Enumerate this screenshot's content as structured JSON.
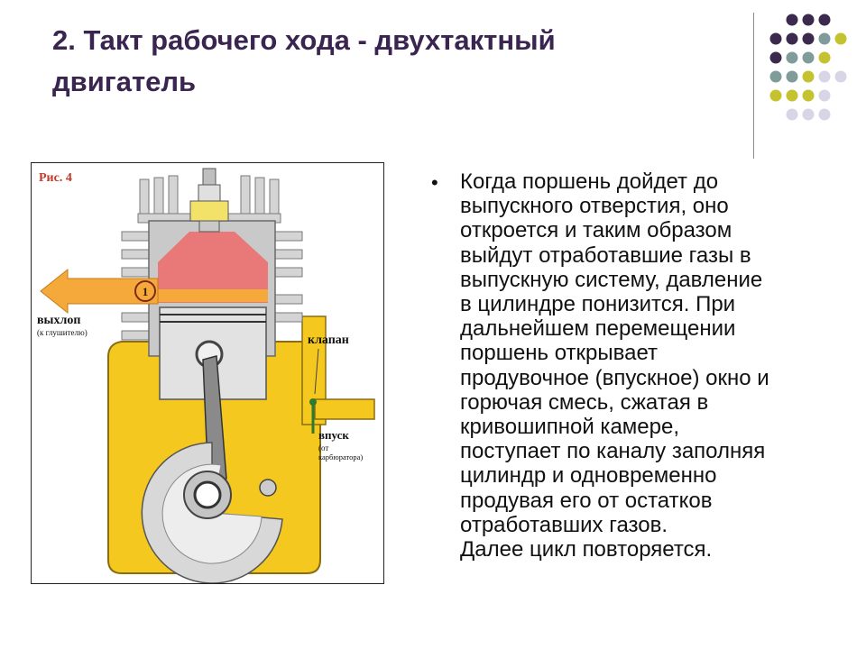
{
  "slide": {
    "title_lines": [
      "2. Такт рабочего хода - двухтактный",
      "двигатель"
    ]
  },
  "figure": {
    "caption": "Рис. 4",
    "marker_number": "1",
    "exhaust_label": "выхлоп",
    "exhaust_sub": "(к глушителю)",
    "valve_label": "клапан",
    "intake_label": "впуск",
    "intake_sub_1": "(от",
    "intake_sub_2": "карбюратора)"
  },
  "bullet": {
    "lines": [
      "Когда поршень  дойдет до",
      "выпускного отверстия, оно",
      "откроется и таким образом",
      "выйдут отработавшие газы в",
      "выпускную систему, давление",
      "в цилиндре понизится. При",
      "дальнейшем перемещении",
      "поршень открывает",
      "продувочное (впускное) окно и",
      "горючая смесь, сжатая в",
      "кривошипной камере,",
      "поступает по каналу заполняя",
      "цилиндр и одновременно",
      "продувая его от остатков",
      "отработавших газов.",
      "Далее цикл повторяется."
    ]
  },
  "colors": {
    "title": "#3a2450",
    "dot_purple": "#3b2a4e",
    "dot_teal": "#7f9b9a",
    "dot_olive": "#c4c22e",
    "dot_lavender": "#d8d6e6",
    "engine_yellow": "#f4c81f",
    "exhaust_orange": "#f5a93a",
    "gas_red": "#ef6a6a"
  }
}
